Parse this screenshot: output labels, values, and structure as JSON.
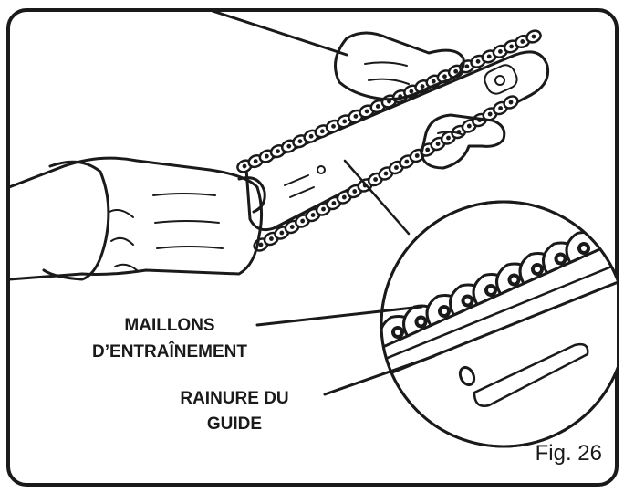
{
  "labels": {
    "drive_links_line1": "MAILLONS",
    "drive_links_line2": "D’ENTRAÎNEMENT",
    "bar_groove_line1": "RAINURE DU",
    "bar_groove_line2": "GUIDE"
  },
  "figure": {
    "caption": "Fig. 26"
  }
}
